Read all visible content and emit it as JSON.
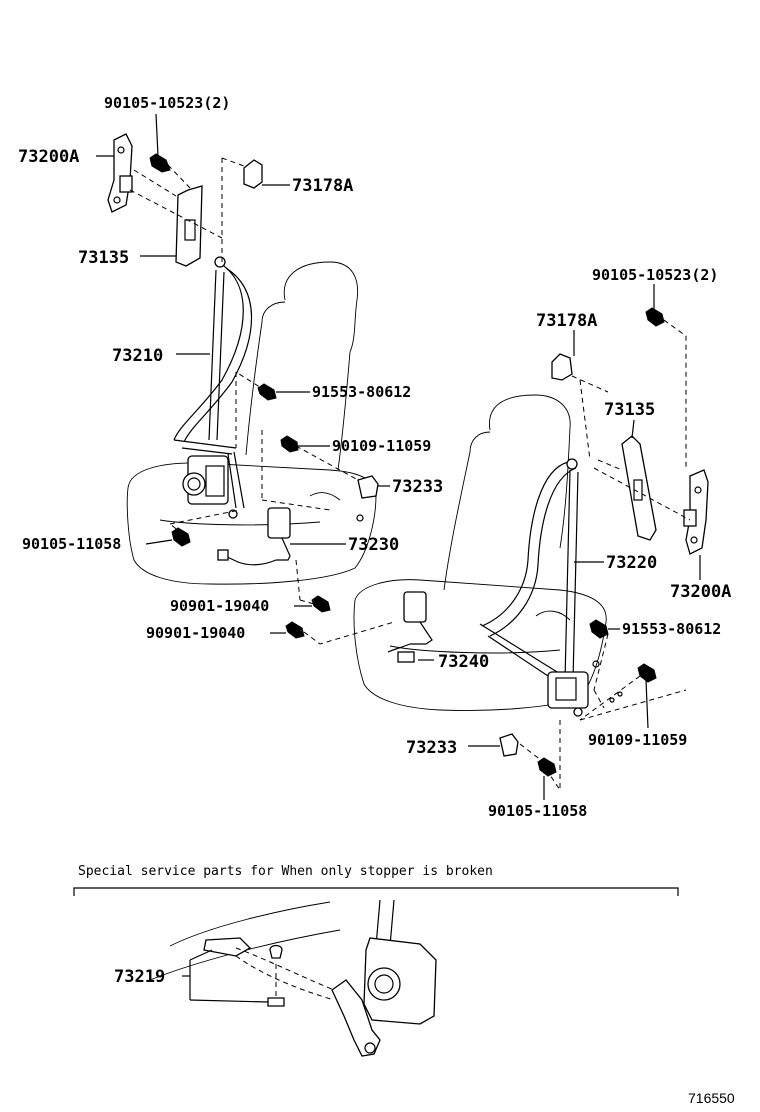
{
  "labels": {
    "left_90105_10523": "90105-10523(2)",
    "left_73200A": "73200A",
    "left_73178A": "73178A",
    "left_73135": "73135",
    "left_73210": "73210",
    "left_91553_80612": "91553-80612",
    "left_90109_11059": "90109-11059",
    "left_73233": "73233",
    "left_90105_11058": "90105-11058",
    "left_73230": "73230",
    "left_90901_19040_a": "90901-19040",
    "left_90901_19040_b": "90901-19040",
    "right_90105_10523": "90105-10523(2)",
    "right_73178A": "73178A",
    "right_73135": "73135",
    "right_73220": "73220",
    "right_73200A": "73200A",
    "right_91553_80612": "91553-80612",
    "right_73240": "73240",
    "right_73233": "73233",
    "right_90109_11059": "90109-11059",
    "right_90105_11058": "90105-11058",
    "detail_73219": "73219"
  },
  "note": "Special service parts for When only stopper is broken",
  "figure_number": "716550"
}
